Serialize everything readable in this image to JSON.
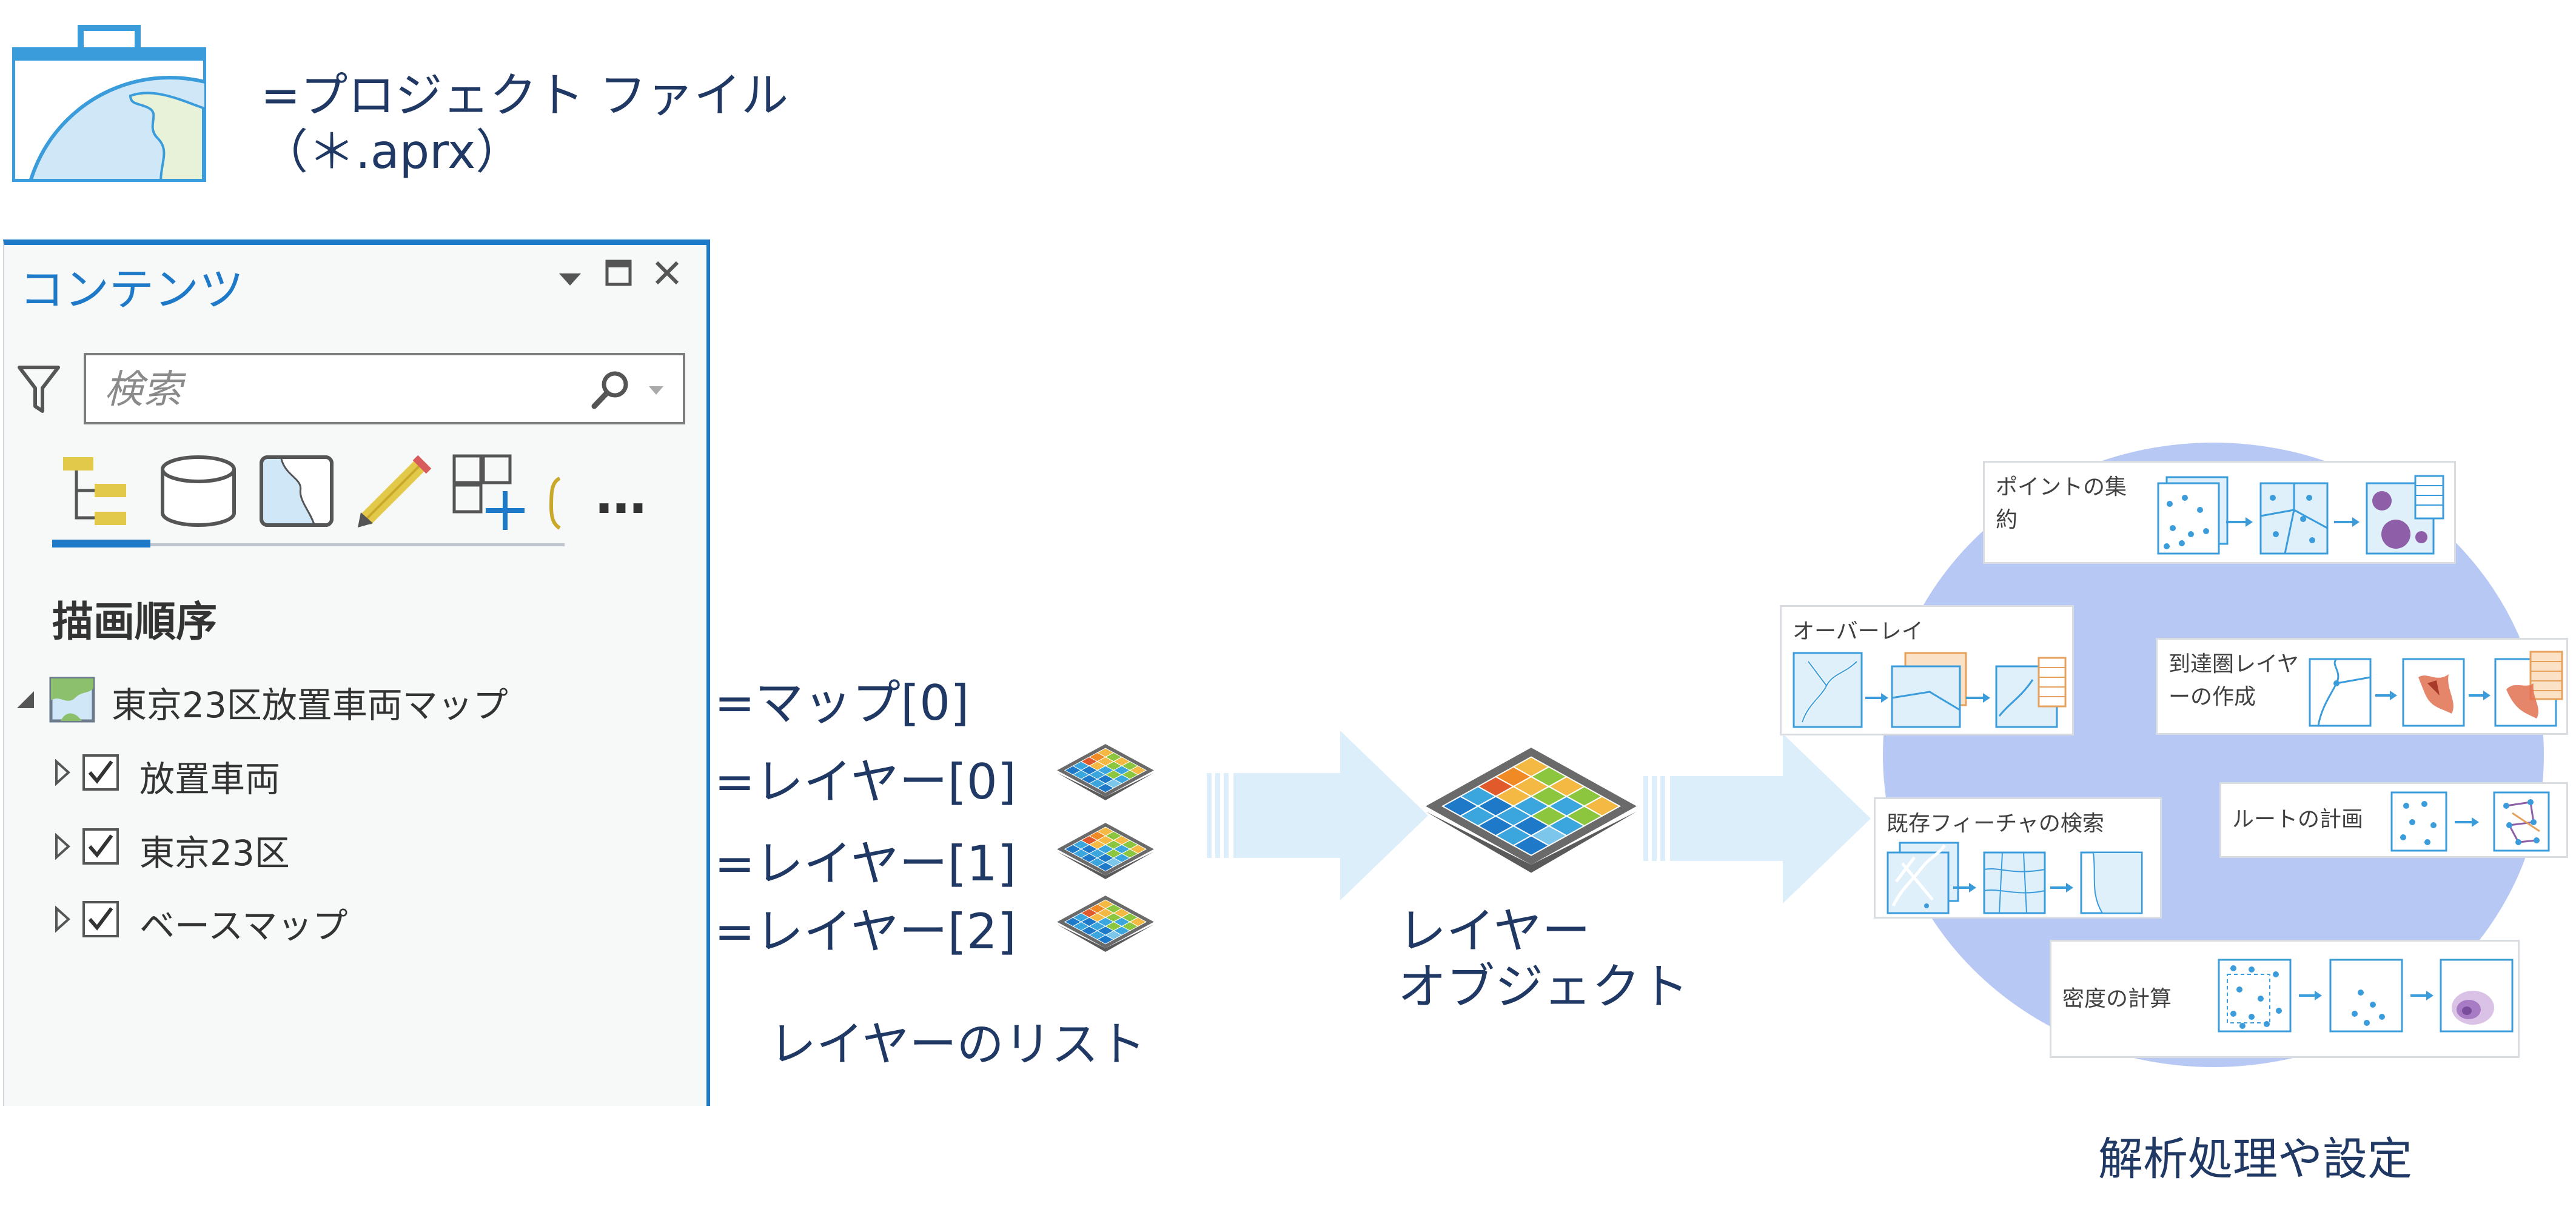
{
  "project": {
    "line1": "=プロジェクト ファイル",
    "line2": "（＊.aprx）",
    "icon": "project-file-icon"
  },
  "contents_pane": {
    "title": "コンテンツ",
    "search_placeholder": "検索",
    "section_heading": "描画順序",
    "map_name": "東京23区放置車両マップ",
    "layers": [
      "放置車両",
      "東京23区",
      "ベースマップ"
    ],
    "more": "…",
    "icons": [
      "filter-icon",
      "search-icon",
      "drawing-order-icon",
      "data-source-icon",
      "selection-icon",
      "editing-icon",
      "snapping-icon"
    ]
  },
  "layer_list": {
    "map_label": "=マップ[0]",
    "layer_labels": [
      "=レイヤー[0]",
      "=レイヤー[1]",
      "=レイヤー[2]"
    ],
    "caption": "レイヤーのリスト"
  },
  "layer_object": {
    "caption_line1": "レイヤー",
    "caption_line2": "オブジェクト"
  },
  "analysis": {
    "caption": "解析処理や設定",
    "circle_color": "#b8c8f4",
    "cards": {
      "aggregate_points": {
        "line1": "ポイントの集",
        "line2": "約"
      },
      "overlay": {
        "line1": "オーバーレイ"
      },
      "drive_time": {
        "line1": "到達圏レイヤ",
        "line2": "ーの作成"
      },
      "find_existing": {
        "line1": "既存フィーチャの検索"
      },
      "plan_routes": {
        "line1": "ルートの計画"
      },
      "density": {
        "line1": "密度の計算"
      }
    }
  },
  "colors": {
    "primary_text": "#1f3864",
    "accent_blue": "#1e7ac8",
    "arrow_fill": "#dbeefa"
  }
}
